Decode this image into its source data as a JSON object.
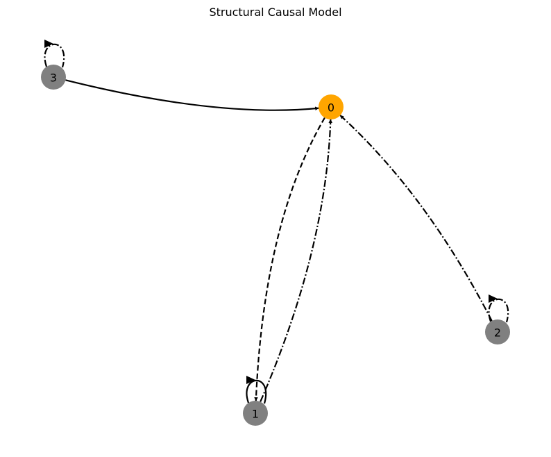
{
  "diagram": {
    "title": "Structural Causal Model",
    "colors": {
      "target_node": "#ffa500",
      "other_node": "#808080",
      "edge": "#000000",
      "label": "#000000"
    },
    "nodes": [
      {
        "id": "0",
        "label": "0",
        "role": "target"
      },
      {
        "id": "1",
        "label": "1",
        "role": "other"
      },
      {
        "id": "2",
        "label": "2",
        "role": "other"
      },
      {
        "id": "3",
        "label": "3",
        "role": "other"
      }
    ],
    "edges": [
      {
        "from": "3",
        "to": "0",
        "style": "solid"
      },
      {
        "from": "0",
        "to": "1",
        "style": "dashed"
      },
      {
        "from": "1",
        "to": "0",
        "style": "dashdot"
      },
      {
        "from": "2",
        "to": "0",
        "style": "dashdot"
      },
      {
        "from": "1",
        "to": "1",
        "style": "solid"
      },
      {
        "from": "2",
        "to": "2",
        "style": "dashdot"
      },
      {
        "from": "3",
        "to": "3",
        "style": "dashdot"
      }
    ]
  }
}
